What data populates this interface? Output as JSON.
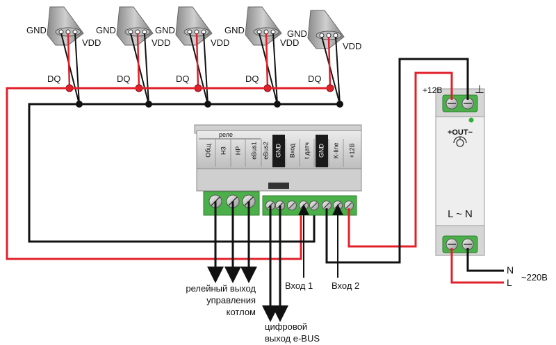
{
  "sensors": {
    "pin_labels": {
      "gnd": "GND",
      "vdd": "VDD",
      "dq": "DQ"
    },
    "count": 5
  },
  "controller": {
    "group_label": "реле",
    "terminals": [
      "Общ",
      "НЗ",
      "НР",
      "eBus1",
      "eBus2",
      "GND",
      "Вход",
      "t датч",
      "GND",
      "K-line",
      "+12В"
    ]
  },
  "power_supply": {
    "plus_label": "+12В",
    "ground_symbol": "⊥",
    "out_label": "+OUT−",
    "ac_label": "L ~ N",
    "mains": {
      "n": "N",
      "l": "L",
      "voltage": "~220В"
    }
  },
  "outputs": {
    "relay_line1": "релейный выход",
    "relay_line2": "управления",
    "relay_line3": "котлом",
    "input1": "Вход 1",
    "input2": "Вход 2",
    "ebus_line1": "цифровой",
    "ebus_line2": "выход e-BUS"
  },
  "colors": {
    "red_wire": "#e0202a",
    "black_wire": "#111111",
    "housing": "#d9d9d9",
    "terminal_green": "#4bb04a"
  }
}
